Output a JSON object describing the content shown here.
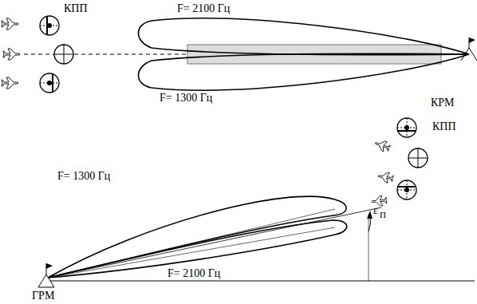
{
  "diagram": {
    "labels": [
      "КПП",
      "F= 2100 Гц",
      "F= 1300 Гц",
      "КРМ",
      "F= 1300 Гц",
      "КПП",
      "ε",
      "П",
      "F= 2100 Гц",
      "ГРМ"
    ]
  }
}
